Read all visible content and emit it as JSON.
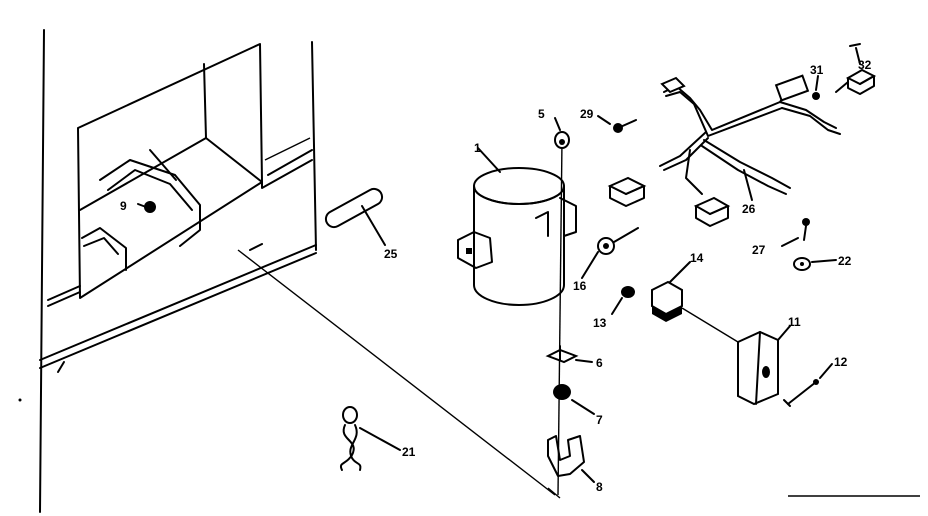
{
  "part_labels": {
    "p1": "1",
    "p5": "5",
    "p6": "6",
    "p7": "7",
    "p8": "8",
    "p9": "9",
    "p11": "11",
    "p12": "12",
    "p13": "13",
    "p14": "14",
    "p16": "16",
    "p21": "21",
    "p22": "22",
    "p25": "25",
    "p26": "26",
    "p27": "27",
    "p29": "29",
    "p31": "31",
    "p32": "32"
  }
}
